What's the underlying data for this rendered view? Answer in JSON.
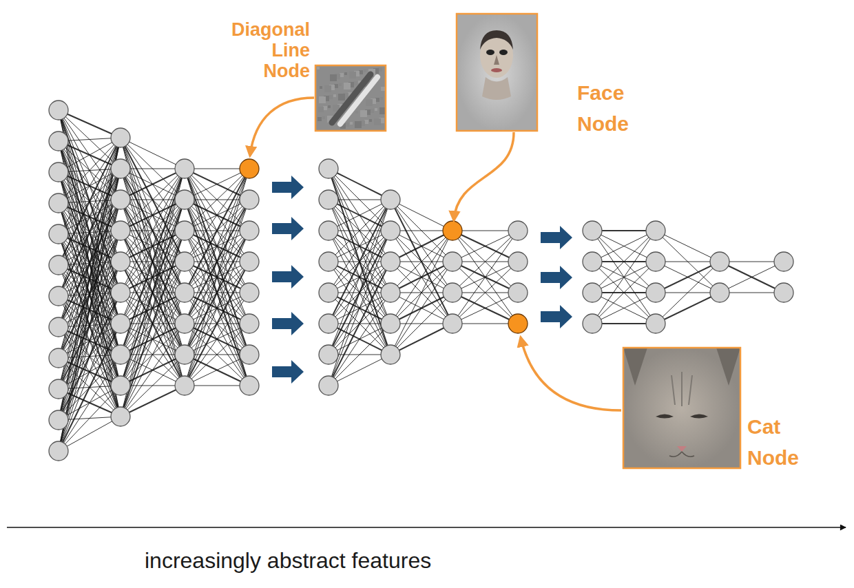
{
  "diagram": {
    "labels": [
      "Diagonal Line Node",
      "Face Node",
      "Cat Node",
      "increasingly abstract features"
    ]
  }
}
